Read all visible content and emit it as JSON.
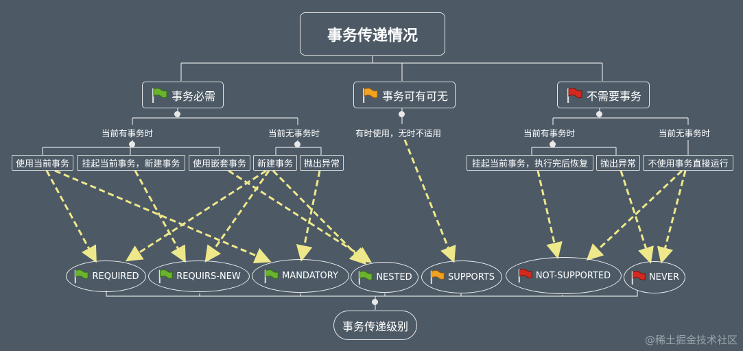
{
  "title": "事务传递情况",
  "categories": [
    {
      "label": "事务必需",
      "flag_color": "#6bb32f"
    },
    {
      "label": "事务可有可无",
      "flag_color": "#f2a321"
    },
    {
      "label": "不需要事务",
      "flag_color": "#d32a1f"
    }
  ],
  "subgroups": {
    "required_has": "当前有事务时",
    "required_none": "当前无事务时",
    "optional": "有时使用，无时不适用",
    "not_has": "当前有事务时",
    "not_none": "当前无事务时"
  },
  "actions": {
    "use_current": "使用当前事务",
    "suspend_new": "挂起当前事务，新建事务",
    "nested": "使用嵌套事务",
    "new_tx": "新建事务",
    "throw1": "抛出异常",
    "suspend_exec": "挂起当前事务，执行完后恢复",
    "throw2": "抛出异常",
    "no_tx": "不使用事务直接运行"
  },
  "levels": [
    {
      "label": "REQUIRED",
      "flag_color": "#6bb32f"
    },
    {
      "label": "REQUIRS-NEW",
      "flag_color": "#6bb32f"
    },
    {
      "label": "MANDATORY",
      "flag_color": "#6bb32f"
    },
    {
      "label": "NESTED",
      "flag_color": "#6bb32f"
    },
    {
      "label": "SUPPORTS",
      "flag_color": "#f2a321"
    },
    {
      "label": "NOT-SUPPORTED",
      "flag_color": "#d32a1f"
    },
    {
      "label": "NEVER",
      "flag_color": "#d32a1f"
    }
  ],
  "bottom_label": "事务传递级别",
  "watermark": "@稀土掘金技术社区",
  "colors": {
    "background": "#4d5a66",
    "arrow": "#eee88a",
    "line": "#e0e0e0"
  }
}
